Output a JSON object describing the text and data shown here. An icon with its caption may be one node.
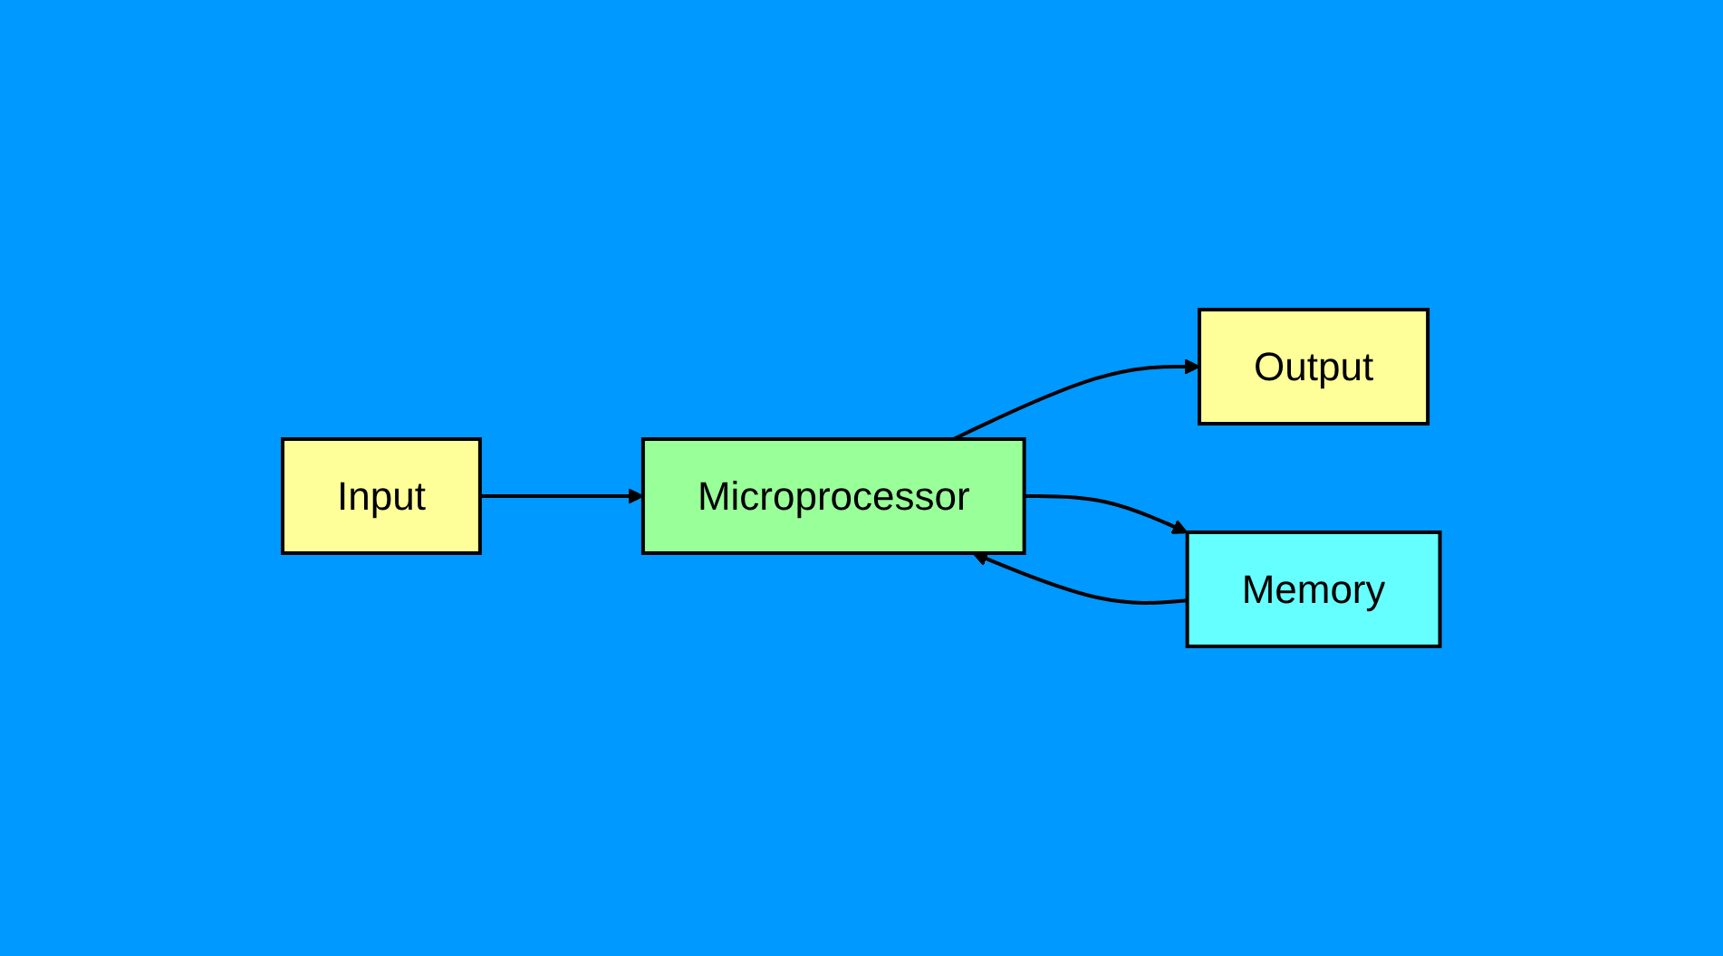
{
  "diagram": {
    "nodes": [
      {
        "text": [
          "Input"
        ]
      },
      {
        "text": [
          "Microprocessor"
        ]
      },
      {
        "text": [
          "Output"
        ]
      },
      {
        "text": [
          "Memory"
        ]
      }
    ],
    "edges": [
      {
        "from": 0,
        "to": 1,
        "arrow": "to"
      },
      {
        "from": 1,
        "to": 2,
        "arrow": "to"
      },
      {
        "from": 1,
        "to": 3,
        "arrow": "to"
      },
      {
        "from": 3,
        "to": 1,
        "arrow": "to"
      }
    ]
  }
}
